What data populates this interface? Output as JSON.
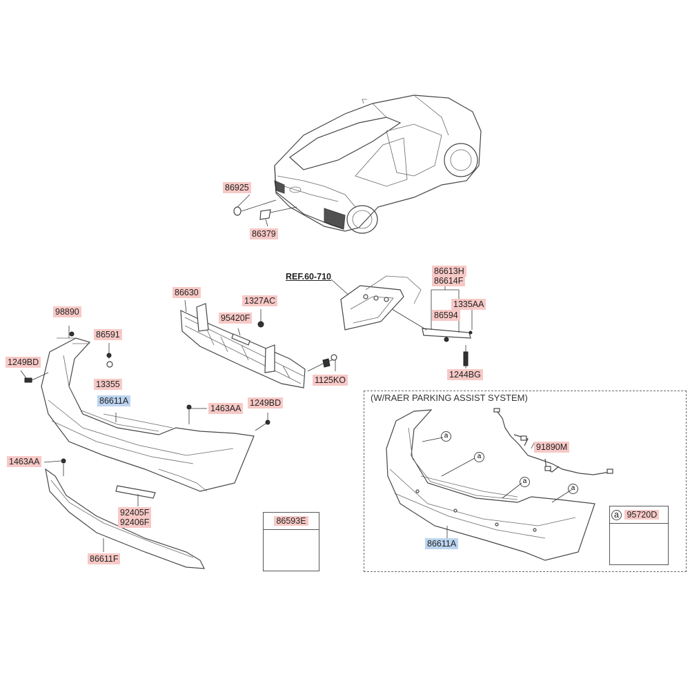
{
  "ref_label": "REF.60-710",
  "option_title": "(W/RAER PARKING ASSIST SYSTEM)",
  "parts": {
    "p86925": "86925",
    "p86379": "86379",
    "p86630": "86630",
    "p1327AC": "1327AC",
    "p95420F": "95420F",
    "p1125KO": "1125KO",
    "p98890": "98890",
    "p86591": "86591",
    "p1249BD_left": "1249BD",
    "p13355": "13355",
    "p86611A": "86611A",
    "p1463AA_mid": "1463AA",
    "p1249BD_right": "1249BD",
    "p1463AA_left": "1463AA",
    "p92405F": "92405F",
    "p92406F": "92406F",
    "p86611F": "86611F",
    "p86593E": "86593E",
    "p86613H": "86613H",
    "p86614F": "86614F",
    "p1335AA": "1335AA",
    "p86594": "86594",
    "p1244BG": "1244BG",
    "p91890M": "91890M",
    "p86611A_opt": "86611A",
    "p95720D": "95720D"
  },
  "callouts": {
    "a": "a"
  }
}
